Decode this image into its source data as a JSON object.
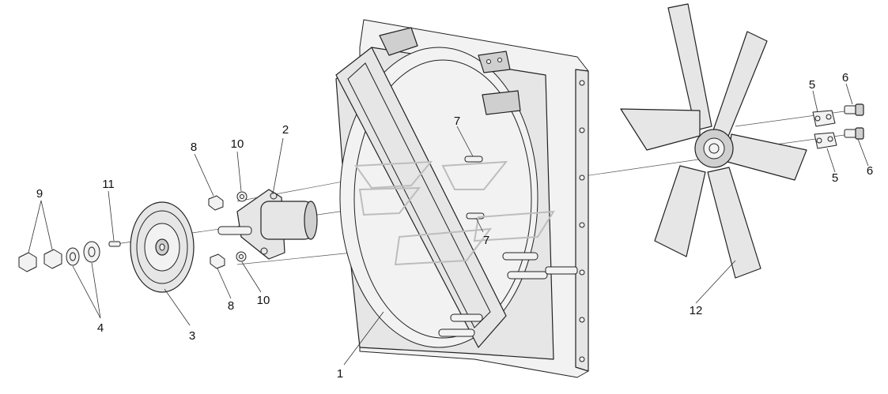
{
  "diagram": {
    "callouts": [
      {
        "id": "c1",
        "text": "1"
      },
      {
        "id": "c2",
        "text": "2"
      },
      {
        "id": "c3",
        "text": "3"
      },
      {
        "id": "c4",
        "text": "4"
      },
      {
        "id": "c5a",
        "text": "5"
      },
      {
        "id": "c5b",
        "text": "5"
      },
      {
        "id": "c6a",
        "text": "6"
      },
      {
        "id": "c6b",
        "text": "6"
      },
      {
        "id": "c7a",
        "text": "7"
      },
      {
        "id": "c7b",
        "text": "7"
      },
      {
        "id": "c8a",
        "text": "8"
      },
      {
        "id": "c8b",
        "text": "8"
      },
      {
        "id": "c9",
        "text": "9"
      },
      {
        "id": "c10a",
        "text": "10"
      },
      {
        "id": "c10b",
        "text": "10"
      },
      {
        "id": "c11",
        "text": "11"
      },
      {
        "id": "c12",
        "text": "12"
      }
    ]
  },
  "colors": {
    "line": "#222222",
    "fill": "#e6e6e6",
    "watermark": "#bdbdbd"
  }
}
